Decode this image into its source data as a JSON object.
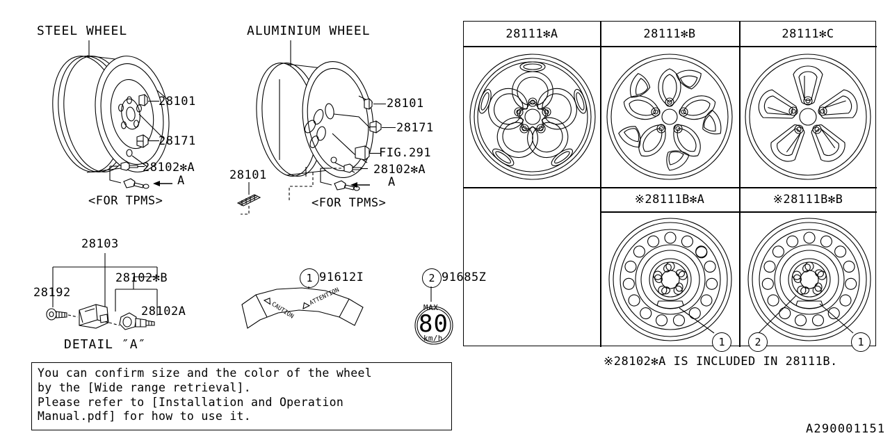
{
  "diagram": {
    "id_code": "A290001151",
    "note_box": "You can confirm size and the color of the wheel\nby the [Wide range retrieval].\nPlease refer to [Installation and Operation\nManual.pdf] for how to use it.",
    "footnote": "※28102✻A IS INCLUDED IN 28111B."
  },
  "steel_wheel": {
    "title": "STEEL WHEEL",
    "callouts": [
      {
        "id": "valve",
        "text": "28101"
      },
      {
        "id": "nut",
        "text": "28171"
      },
      {
        "id": "tpms-valve",
        "text": "28102✻A"
      },
      {
        "id": "detail-arrow",
        "text": "A"
      },
      {
        "id": "tpms-note",
        "text": "<FOR TPMS>"
      }
    ]
  },
  "aluminium_wheel": {
    "title": "ALUMINIUM WHEEL",
    "callouts": [
      {
        "id": "valve",
        "text": "28101"
      },
      {
        "id": "nut",
        "text": "28171"
      },
      {
        "id": "center-cap",
        "text": "FIG.291"
      },
      {
        "id": "tpms-valve",
        "text": "28102✻A"
      },
      {
        "id": "detail-arrow",
        "text": "A"
      },
      {
        "id": "tpms-note",
        "text": "<FOR TPMS>"
      },
      {
        "id": "balance-weight",
        "text": "28101"
      }
    ]
  },
  "detail_a": {
    "title": "DETAIL ″A″",
    "callouts": [
      {
        "id": "sensor-assy",
        "text": "28103"
      },
      {
        "id": "screw",
        "text": "28192"
      },
      {
        "id": "valve-assy",
        "text": "28102✻B"
      },
      {
        "id": "valve-sub",
        "text": "28102A"
      }
    ]
  },
  "labels_parts": [
    {
      "num": "1",
      "code": "91612I",
      "kind": "caution-arc-label",
      "text_left": "CAUTION",
      "text_right": "ATTENTION"
    },
    {
      "num": "2",
      "code": "91685Z",
      "kind": "speed-limit-disc",
      "top": "MAX",
      "value": "80",
      "unit": "km/h"
    }
  ],
  "wheel_grid": {
    "row1": [
      {
        "header": "28111✻A",
        "style": "alloy-5-spoke-a",
        "callouts": []
      },
      {
        "header": "28111✻B",
        "style": "alloy-5-spoke-b",
        "callouts": []
      },
      {
        "header": "28111✻C",
        "style": "alloy-5-spoke-c",
        "callouts": []
      }
    ],
    "row2": [
      {
        "header": "※28111B✻A",
        "style": "steel-vented",
        "callouts": [
          "1"
        ]
      },
      {
        "header": "※28111B✻B",
        "style": "steel-vented",
        "callouts": [
          "2",
          "1"
        ]
      }
    ]
  }
}
